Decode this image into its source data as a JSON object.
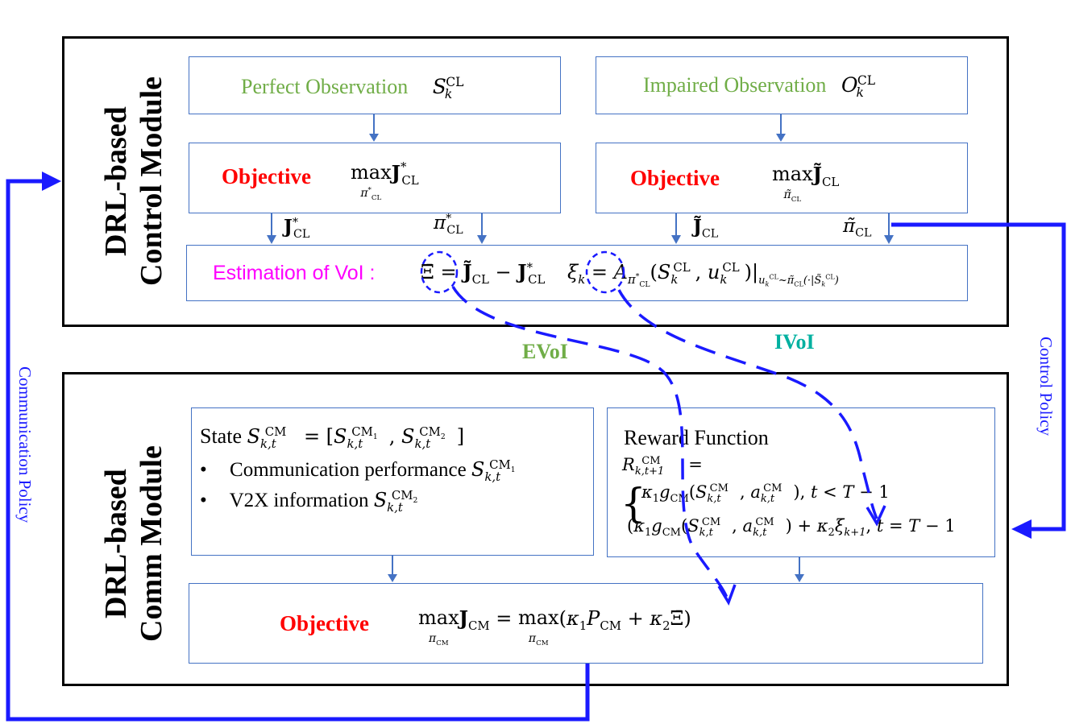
{
  "control_module": {
    "title_line1": "DRL-based",
    "title_line2": "Control Module",
    "perfect_obs_label": "Perfect Observation",
    "impaired_obs_label": "Impaired Observation",
    "objective_label_left": "Objective",
    "objective_label_right": "Objective",
    "voi_label": "Estimation of VoI :"
  },
  "comm_module": {
    "title_line1": "DRL-based",
    "title_line2": "Comm Module",
    "state_label": "State",
    "bullet1": "Communication performance",
    "bullet2": "V2X information",
    "reward_title": "Reward Function",
    "objective_label": "Objective"
  },
  "annotations": {
    "evoi": "EVoI",
    "ivoi": "IVoI",
    "control_policy": "Control Policy",
    "communication_policy": "Communication Policy"
  },
  "colors": {
    "frame": "#000000",
    "box_border": "#4472c4",
    "arrow_blue": "#1a1aff",
    "green": "#70ad47",
    "red": "#ff0000",
    "magenta": "#ff00ff",
    "teal": "#00b0a0"
  }
}
